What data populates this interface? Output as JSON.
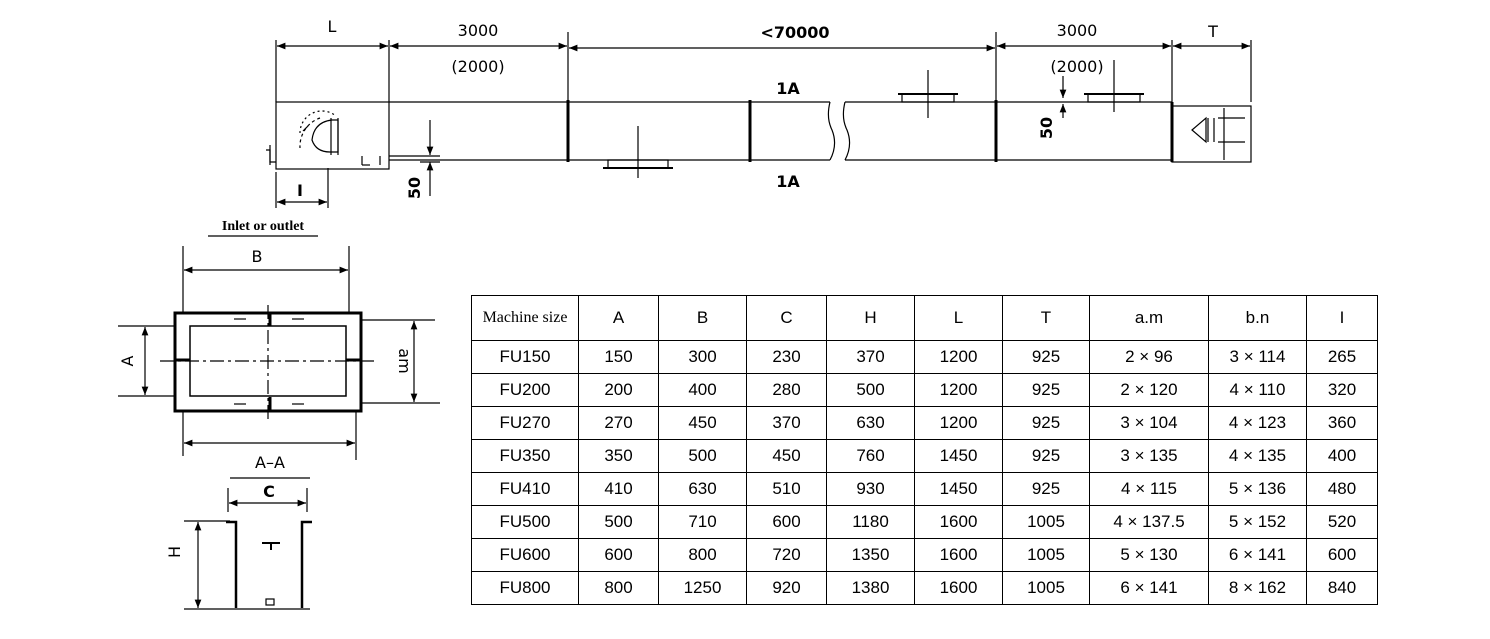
{
  "drawing": {
    "dim_L": "L",
    "dim_3000_left": "3000",
    "dim_2000_left": "(2000)",
    "dim_70000": "<70000",
    "dim_3000_right": "3000",
    "dim_2000_right": "(2000)",
    "dim_T": "T",
    "section_mark_top": "1A",
    "section_mark_bottom": "1A",
    "dim_50_left": "50",
    "dim_50_right": "50",
    "dim_I": "I",
    "inlet_label": "Inlet or outlet",
    "dim_B": "B",
    "dim_A": "A",
    "dim_am": "am",
    "section_label": "A–A",
    "dim_C": "C",
    "dim_H": "H"
  },
  "table": {
    "headers": [
      "Machine size",
      "A",
      "B",
      "C",
      "H",
      "L",
      "T",
      "a.m",
      "b.n",
      "I"
    ],
    "rows": [
      [
        "FU150",
        "150",
        "300",
        "230",
        "370",
        "1200",
        "925",
        "2 × 96",
        "3 × 114",
        "265"
      ],
      [
        "FU200",
        "200",
        "400",
        "280",
        "500",
        "1200",
        "925",
        "2 × 120",
        "4 × 110",
        "320"
      ],
      [
        "FU270",
        "270",
        "450",
        "370",
        "630",
        "1200",
        "925",
        "3 × 104",
        "4 × 123",
        "360"
      ],
      [
        "FU350",
        "350",
        "500",
        "450",
        "760",
        "1450",
        "925",
        "3 × 135",
        "4 × 135",
        "400"
      ],
      [
        "FU410",
        "410",
        "630",
        "510",
        "930",
        "1450",
        "925",
        "4 × 115",
        "5 × 136",
        "480"
      ],
      [
        "FU500",
        "500",
        "710",
        "600",
        "1180",
        "1600",
        "1005",
        "4 × 137.5",
        "5 × 152",
        "520"
      ],
      [
        "FU600",
        "600",
        "800",
        "720",
        "1350",
        "1600",
        "1005",
        "5 × 130",
        "6 × 141",
        "600"
      ],
      [
        "FU800",
        "800",
        "1250",
        "920",
        "1380",
        "1600",
        "1005",
        "6 × 141",
        "8 × 162",
        "840"
      ]
    ]
  }
}
